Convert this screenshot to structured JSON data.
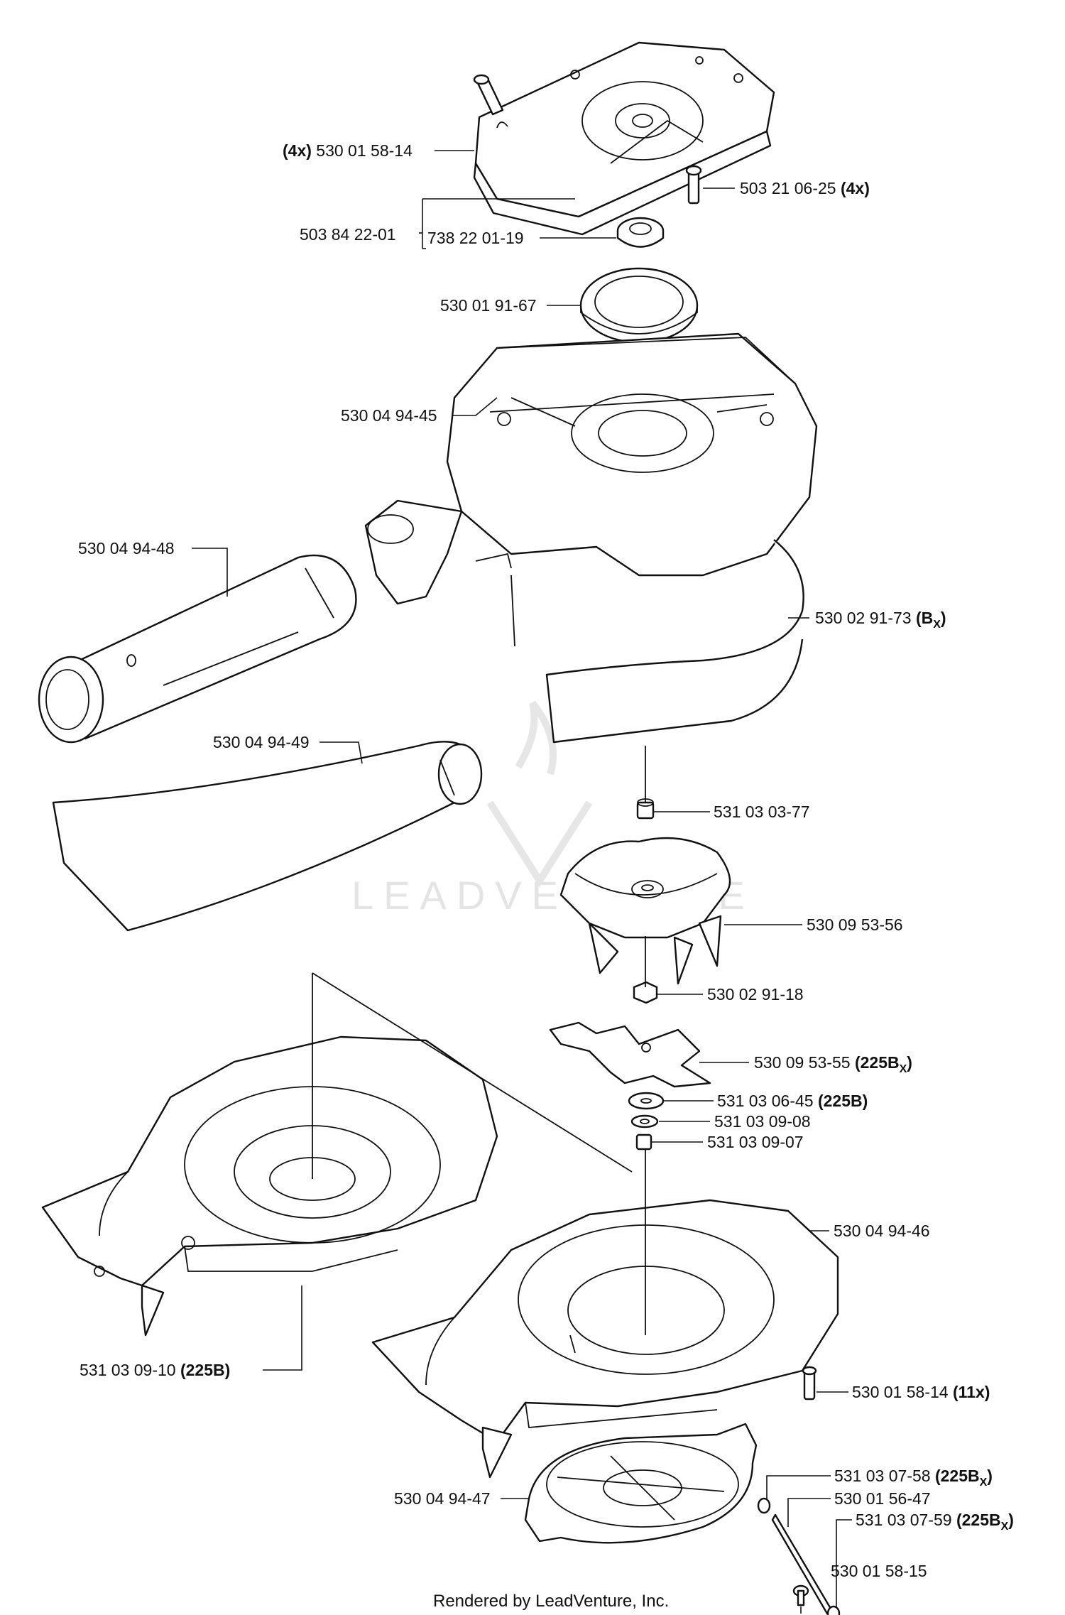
{
  "watermark": "LEADVENTURE",
  "footer": "Rendered by LeadVenture, Inc.",
  "labels": {
    "l_530015814_4x": {
      "pre": "(4x)",
      "num": "530 01 58-14",
      "post": "",
      "sub": ""
    },
    "l_503210625": {
      "pre": "",
      "num": "503 21 06-25",
      "post": "(4x)",
      "sub": ""
    },
    "l_503842201": {
      "pre": "",
      "num": "503 84 22-01",
      "post": "",
      "sub": ""
    },
    "l_738220119": {
      "pre": "",
      "num": "738 22 01-19",
      "post": "",
      "sub": ""
    },
    "l_530019167": {
      "pre": "",
      "num": "530 01 91-67",
      "post": "",
      "sub": ""
    },
    "l_530049445": {
      "pre": "",
      "num": "530 04 94-45",
      "post": "",
      "sub": ""
    },
    "l_530049448": {
      "pre": "",
      "num": "530 04 94-48",
      "post": "",
      "sub": ""
    },
    "l_530029173": {
      "pre": "",
      "num": "530 02 91-73",
      "post": "(B",
      "sub": "X",
      "close": ")"
    },
    "l_530049449": {
      "pre": "",
      "num": "530 04 94-49",
      "post": "",
      "sub": ""
    },
    "l_531030377": {
      "pre": "",
      "num": "531 03 03-77",
      "post": "",
      "sub": ""
    },
    "l_530095356": {
      "pre": "",
      "num": "530 09 53-56",
      "post": "",
      "sub": ""
    },
    "l_530029118": {
      "pre": "",
      "num": "530 02 91-18",
      "post": "",
      "sub": ""
    },
    "l_530095355": {
      "pre": "",
      "num": "530 09 53-55",
      "post": "(225B",
      "sub": "X",
      "close": ")"
    },
    "l_531030645": {
      "pre": "",
      "num": "531 03 06-45",
      "post": "(225B)",
      "sub": ""
    },
    "l_531030908": {
      "pre": "",
      "num": "531 03 09-08",
      "post": "",
      "sub": ""
    },
    "l_531030907": {
      "pre": "",
      "num": "531 03 09-07",
      "post": "",
      "sub": ""
    },
    "l_530049446": {
      "pre": "",
      "num": "530 04 94-46",
      "post": "",
      "sub": ""
    },
    "l_531030910": {
      "pre": "",
      "num": "531 03 09-10",
      "post": "(225B)",
      "sub": ""
    },
    "l_530015814_11x": {
      "pre": "",
      "num": "530 01 58-14",
      "post": "(11x)",
      "sub": ""
    },
    "l_531030758": {
      "pre": "",
      "num": "531 03 07-58",
      "post": "(225B",
      "sub": "X",
      "close": ")"
    },
    "l_530015647": {
      "pre": "",
      "num": "530 01 56-47",
      "post": "",
      "sub": ""
    },
    "l_530049447": {
      "pre": "",
      "num": "530 04 94-47",
      "post": "",
      "sub": ""
    },
    "l_531030759": {
      "pre": "",
      "num": "531 03 07-59",
      "post": "(225B",
      "sub": "X",
      "close": ")"
    },
    "l_530015815": {
      "pre": "",
      "num": "530 01 58-15",
      "post": "",
      "sub": ""
    }
  }
}
